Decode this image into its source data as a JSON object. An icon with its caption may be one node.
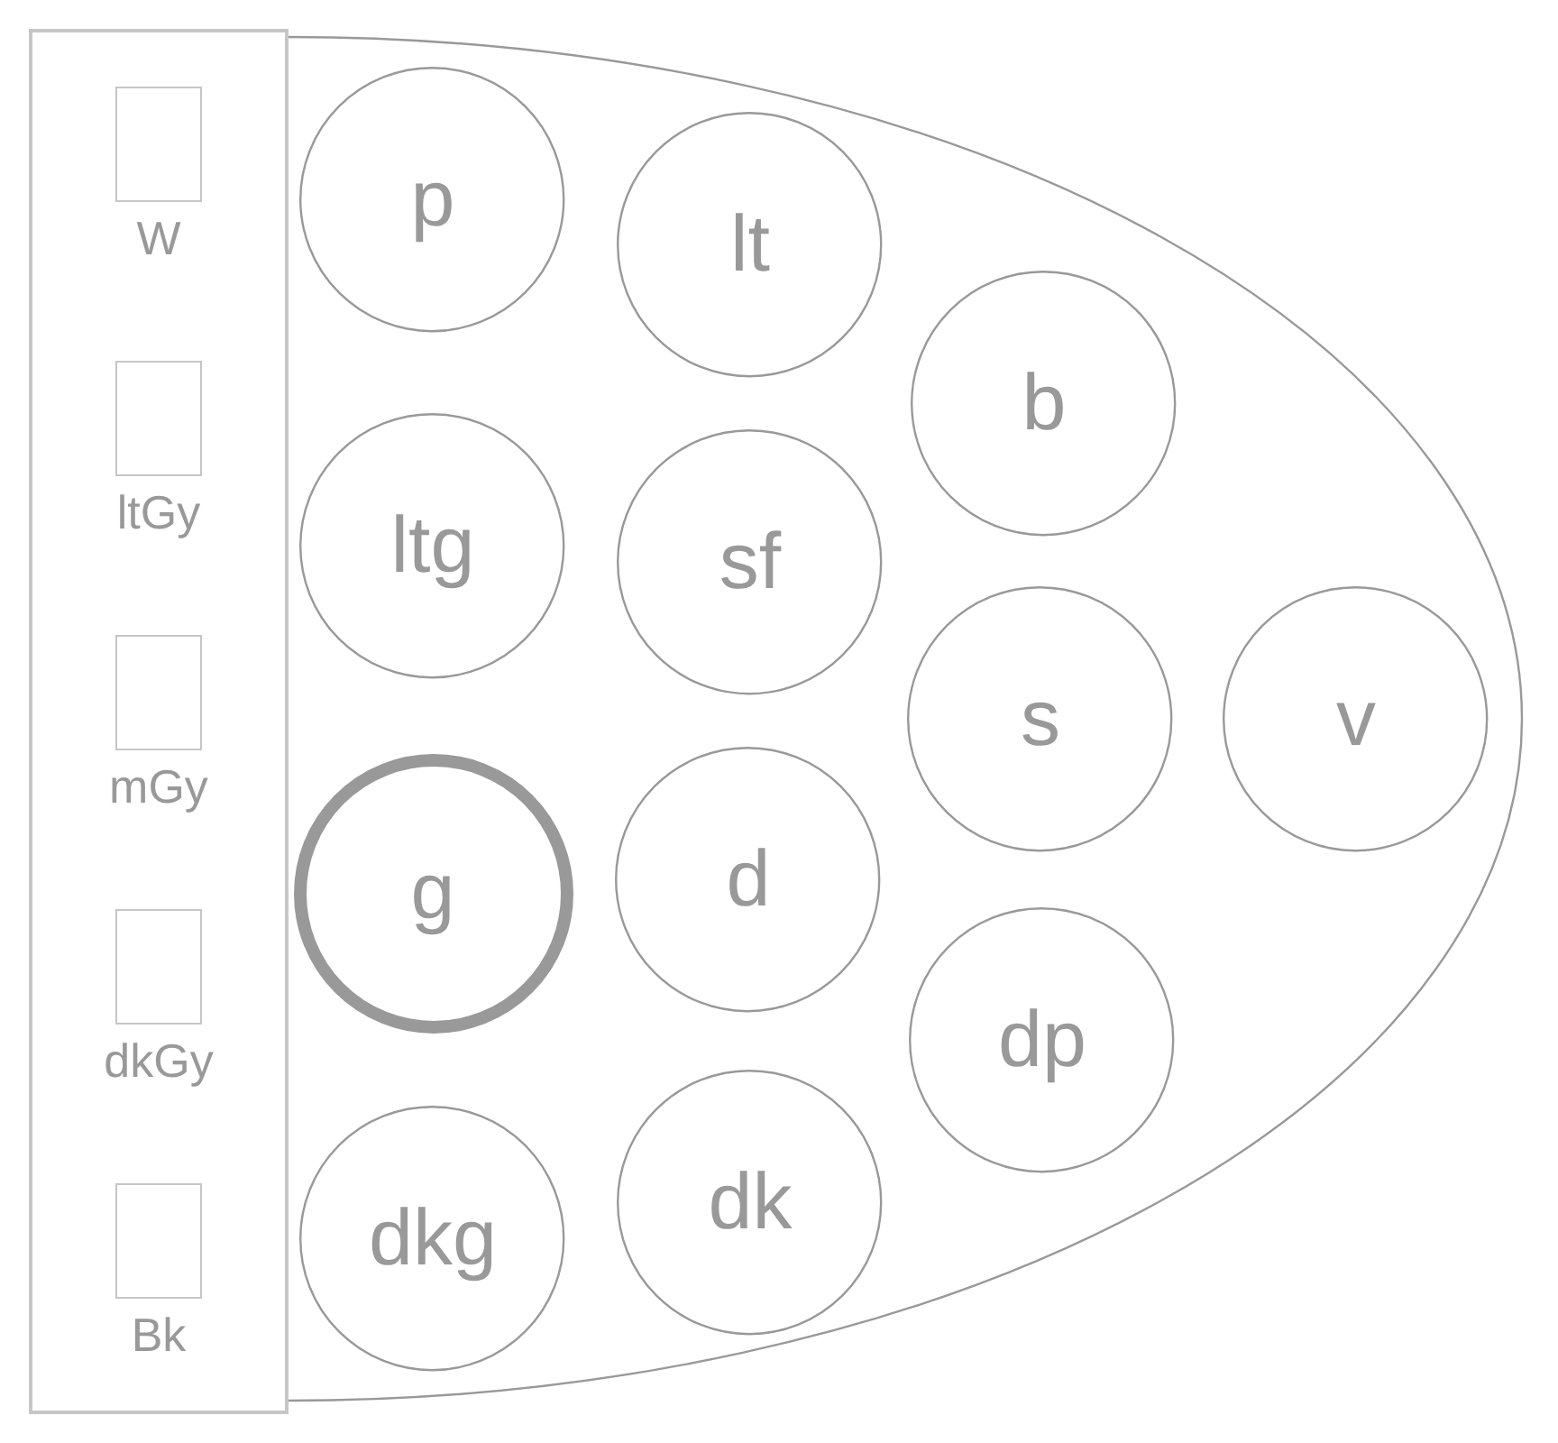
{
  "diagram": {
    "nodes": [
      {
        "text": [],
        "shape": "box"
      },
      {
        "text": [],
        "shape": "box",
        "beside": [
          "W"
        ],
        "in": 0
      },
      {
        "text": [],
        "shape": "box",
        "beside": [
          "ltGy"
        ],
        "in": 0
      },
      {
        "text": [],
        "shape": "box",
        "beside": [
          "mGy"
        ],
        "in": 0
      },
      {
        "text": [],
        "shape": "box",
        "beside": [
          "dkGy"
        ],
        "in": 0
      },
      {
        "text": [],
        "shape": "box",
        "beside": [
          "Bk"
        ],
        "in": 0
      },
      {
        "text": [],
        "shape": "half-ellipse"
      },
      {
        "text": [
          "p"
        ],
        "in": 6
      },
      {
        "text": [
          "lt"
        ],
        "in": 6
      },
      {
        "text": [
          "b"
        ],
        "in": 6
      },
      {
        "text": [
          "ltg"
        ],
        "in": 6
      },
      {
        "text": [
          "sf"
        ],
        "in": 6
      },
      {
        "text": [
          "s"
        ],
        "in": 6
      },
      {
        "text": [
          "v"
        ],
        "in": 6
      },
      {
        "text": [
          "g"
        ],
        "in": 6
      },
      {
        "text": [
          "d"
        ],
        "in": 6
      },
      {
        "text": [
          "dp"
        ],
        "in": 6
      },
      {
        "text": [
          "dkg"
        ],
        "in": 6
      },
      {
        "text": [
          "dk"
        ],
        "in": 6
      }
    ],
    "edges": []
  }
}
